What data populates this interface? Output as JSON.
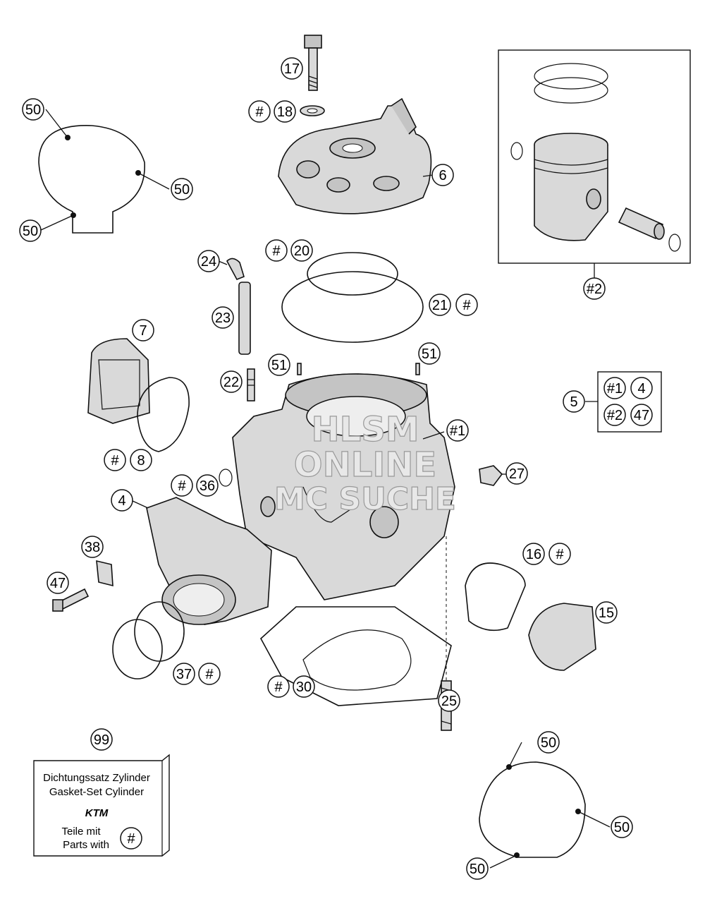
{
  "watermark": {
    "line1": "HLSM",
    "line2": "ONLINE",
    "line3": "MC SUCHE"
  },
  "gasket_box": {
    "line1": "Dichtungssatz Zylinder",
    "line2": "Gasket-Set Cylinder",
    "logo": "KTM",
    "line3": "Teile mit",
    "line4": "Parts with",
    "mark": "#"
  },
  "kit5": {
    "items": [
      "#1",
      "4",
      "#2",
      "47"
    ]
  },
  "callouts": [
    {
      "text": "17"
    },
    {
      "text": "#"
    },
    {
      "text": "18"
    },
    {
      "text": "6"
    },
    {
      "text": "50"
    },
    {
      "text": "50"
    },
    {
      "text": "50"
    },
    {
      "text": "#2"
    },
    {
      "text": "24"
    },
    {
      "text": "#"
    },
    {
      "text": "20"
    },
    {
      "text": "23"
    },
    {
      "text": "21"
    },
    {
      "text": "#"
    },
    {
      "text": "7"
    },
    {
      "text": "22"
    },
    {
      "text": "51"
    },
    {
      "text": "51"
    },
    {
      "text": "5"
    },
    {
      "text": "#1"
    },
    {
      "text": "#"
    },
    {
      "text": "8"
    },
    {
      "text": "27"
    },
    {
      "text": "#"
    },
    {
      "text": "36"
    },
    {
      "text": "4"
    },
    {
      "text": "38"
    },
    {
      "text": "16"
    },
    {
      "text": "#"
    },
    {
      "text": "47"
    },
    {
      "text": "15"
    },
    {
      "text": "37"
    },
    {
      "text": "#"
    },
    {
      "text": "#"
    },
    {
      "text": "30"
    },
    {
      "text": "25"
    },
    {
      "text": "99"
    },
    {
      "text": "50"
    },
    {
      "text": "50"
    },
    {
      "text": "50"
    }
  ]
}
